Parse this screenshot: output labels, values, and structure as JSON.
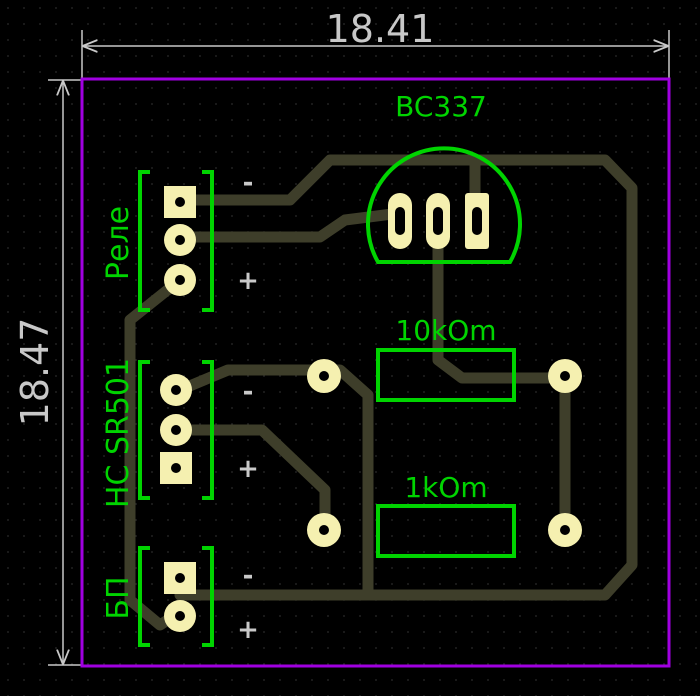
{
  "dimensions": {
    "width_label": "18.41",
    "height_label": "18.47"
  },
  "components": {
    "transistor": {
      "name": "BC337"
    },
    "resistor_top": {
      "value": "10kOm"
    },
    "resistor_bottom": {
      "value": "1kOm"
    }
  },
  "connectors": [
    {
      "name": "Реле",
      "minus": "-",
      "plus": "+"
    },
    {
      "name": "HC SR501",
      "minus": "-",
      "plus": "+"
    },
    {
      "name": "БП",
      "minus": "-",
      "plus": "+"
    }
  ],
  "colors": {
    "background": "#000000",
    "board_outline": "#a000e0",
    "copper_trace": "#3e3e2a",
    "pad": "#f5f0b0",
    "silkscreen": "#00d400",
    "dimension": "#c8c8c8"
  }
}
